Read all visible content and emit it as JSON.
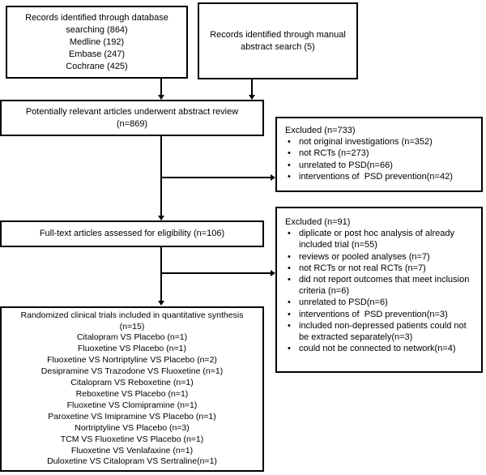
{
  "colors": {
    "border": "#000000",
    "text": "#000000",
    "background": "#ffffff"
  },
  "flowchart": {
    "database_records": {
      "lines": [
        "Records identified through database",
        "searching (864)",
        "Medline (192)",
        "Embase (247)",
        "Cochrane (425)"
      ]
    },
    "manual_records": {
      "lines": [
        "Records identified through manual",
        "abstract search (5)"
      ]
    },
    "abstract_review": {
      "lines": [
        "Potentially relevant articles underwent abstract review",
        "(n=869)"
      ]
    },
    "excluded_abstract": {
      "title": "Excluded (n=733)",
      "items": [
        "not original investigations (n=352)",
        "not RCTs (n=273)",
        "unrelated to PSD(n=66)",
        "interventions of  PSD prevention(n=42)"
      ]
    },
    "fulltext_eligibility": {
      "text": "Full-text articles assessed for eligibility (n=106)"
    },
    "excluded_fulltext": {
      "title": "Excluded (n=91)",
      "items": [
        "diplicate or post hoc analysis of already included trial (n=55)",
        "reviews or pooled analyses (n=7)",
        "not RCTs or not real RCTs (n=7)",
        "did not report outcomes that meet inclusion criteria (n=6)",
        "unrelated to PSD(n=6)",
        "interventions of  PSD prevention(n=3)",
        "included non-depressed patients could not be extracted separately(n=3)",
        "could not be connected to network(n=4)"
      ]
    },
    "included_trials": {
      "title": "Randomized clinical trials included in quantitative synthesis",
      "count": "(n=15)",
      "trials": [
        "Citalopram VS Placebo (n=1)",
        "Fluoxetine VS Placebo (n=1)",
        "Fluoxetine VS Nortriptyline VS Placebo (n=2)",
        "Desipramine VS Trazodone VS Fluoxetine (n=1)",
        "Citalopram VS Reboxetine (n=1)",
        "Reboxetine VS Placebo (n=1)",
        "Fluoxetine VS Clomipramine (n=1)",
        "Paroxetine VS Imipramine VS Placebo (n=1)",
        "Nortriptyline VS Placebo (n=3)",
        "TCM VS Fluoxetine VS Placebo (n=1)",
        "Fluoxetine VS Venlafaxine (n=1)",
        "Duloxetine VS Citalopram VS Sertraline(n=1)"
      ]
    }
  }
}
